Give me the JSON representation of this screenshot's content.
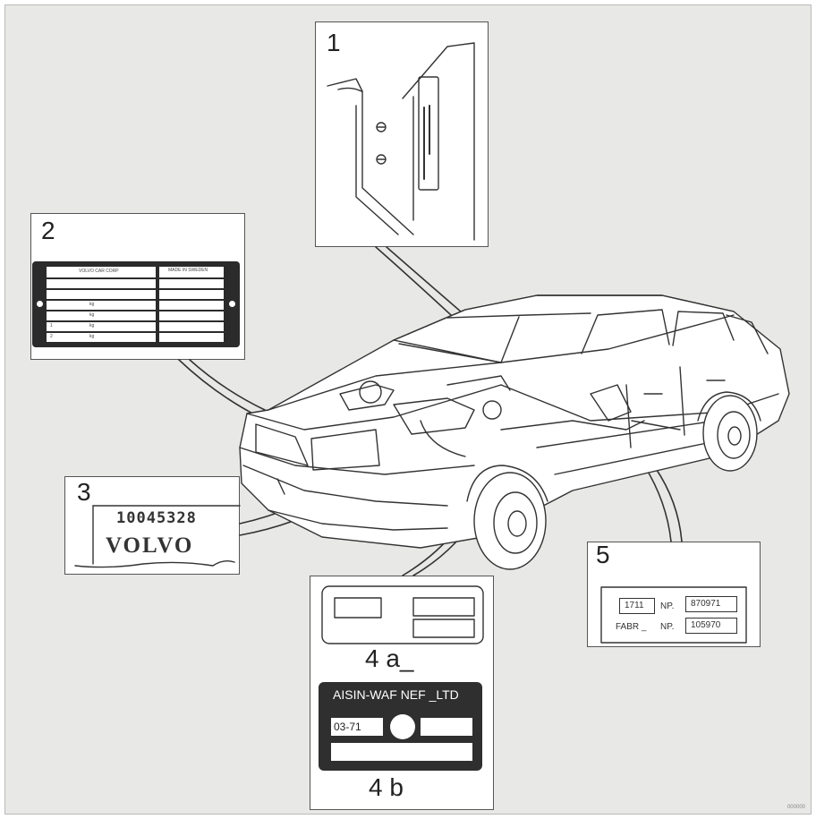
{
  "callouts": {
    "c1": "1",
    "c2": "2",
    "c3": "3",
    "c4a": "4 a_",
    "c4b": "4 b",
    "c5": "5"
  },
  "plate2": {
    "header_left": "VOLVO CAR CORP",
    "header_right": "MADE IN SWEDEN",
    "row_labels": [
      "kg",
      "kg",
      "kg",
      "kg"
    ],
    "row_prefix": [
      "",
      "",
      "1",
      "2"
    ]
  },
  "plate3": {
    "vin": "10045328",
    "brand": "VOLVO"
  },
  "plate4b": {
    "maker": "AISIN-WAF NEF _LTD",
    "code": "03-71"
  },
  "plate5": {
    "box1": "1711",
    "label1": "NP.",
    "box2": "870971",
    "label2a": "FABR _",
    "label2b": "NP.",
    "box3": "105970"
  },
  "ref": "000000",
  "colors": {
    "background": "#e8e8e6",
    "plate": "#2b2b2b",
    "line": "#333333"
  }
}
